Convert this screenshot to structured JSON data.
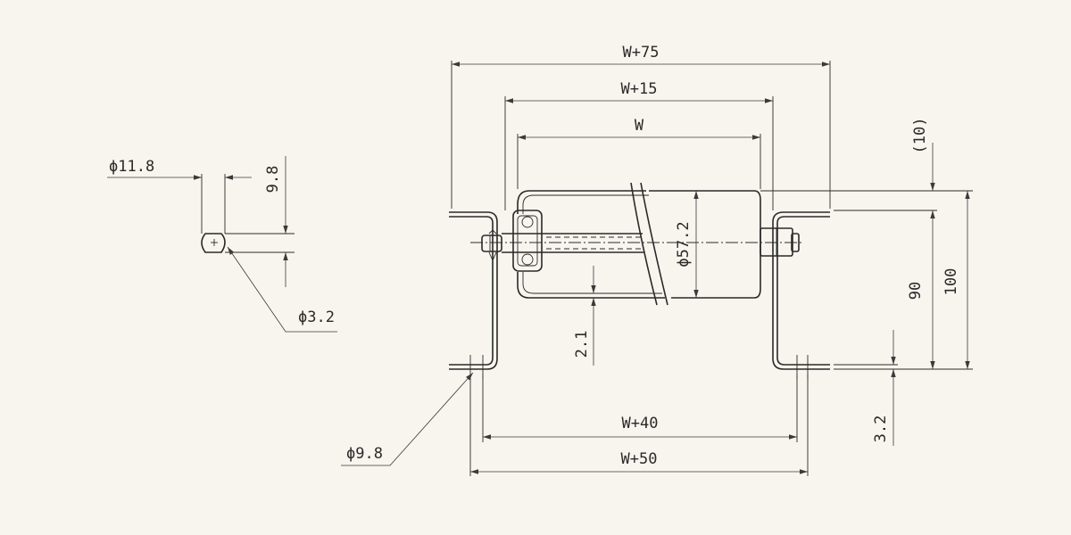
{
  "colors": {
    "background": "#f8f5ee",
    "ink": "#2a2a2a"
  },
  "dimensions": {
    "w75": "W+75",
    "w15": "W+15",
    "w": "W",
    "w40": "W+40",
    "w50": "W+50",
    "d57": "ϕ57.2",
    "h90": "90",
    "h100": "100",
    "h10": "(10)",
    "t32": "3.2",
    "t21": "2.1",
    "d98": "ϕ9.8",
    "d118": "ϕ11.8",
    "s98": "9.8",
    "d32": "ϕ3.2"
  }
}
